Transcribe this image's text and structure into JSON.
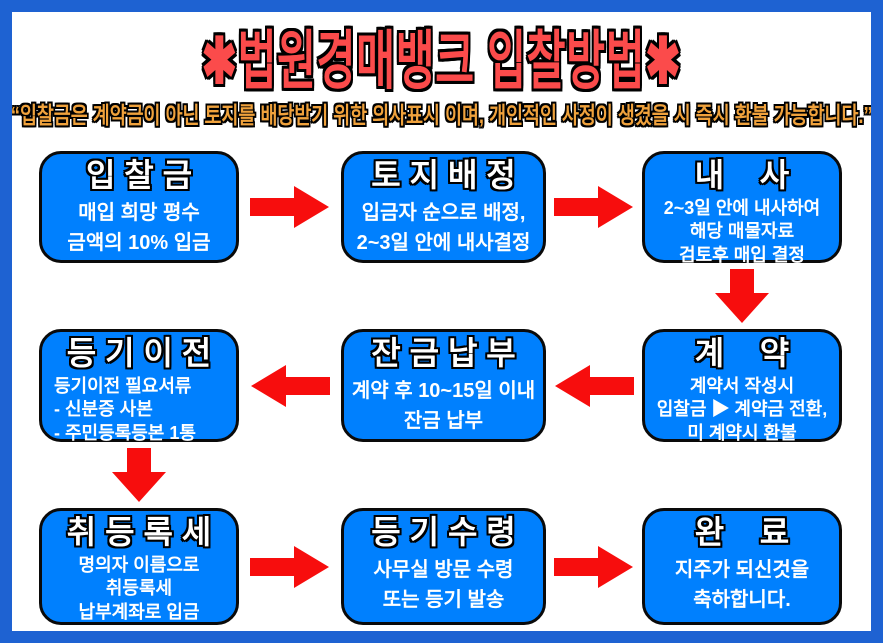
{
  "colors": {
    "frame_blue": "#1E62D2",
    "box_blue": "#0080FE",
    "arrow_red": "#F70D0D",
    "title_red": "#FB4B4B",
    "subtitle_orange": "#F0A23C",
    "box_text_white": "#FFFFFF",
    "outline_black": "#000000"
  },
  "header": {
    "title": "✱법원경매뱅크 입찰방법✱",
    "subtitle": "“입찰금은 계약금이 아닌 토지를 배당받기 위한 의사표시 이며, 개인적인 사정이 생겼을 시 즉시 환불 가능합니다.”"
  },
  "flow": {
    "boxes": [
      {
        "title": "입 찰 금",
        "lines": [
          "매입 희망 평수",
          "금액의 10% 입금"
        ]
      },
      {
        "title": "토 지 배 정",
        "lines": [
          "입금자 순으로 배정,",
          "2~3일 안에 내사결정"
        ]
      },
      {
        "title": "내    사",
        "lines": [
          "2~3일 안에 내사하여",
          "해당 매물자료",
          "검토후 매입 결정"
        ]
      },
      {
        "title": "등 기 이 전",
        "lines": [
          "등기이전 필요서류",
          "- 신분증 사본",
          "- 주민등록등본 1통"
        ]
      },
      {
        "title": "잔 금 납 부",
        "lines": [
          "계약 후 10~15일 이내",
          "잔금 납부"
        ]
      },
      {
        "title": "계    약",
        "lines": [
          "계약서 작성시",
          "입찰금 ▶ 계약금 전환,",
          "미 계약시 환불"
        ]
      },
      {
        "title": "취 등 록 세",
        "lines": [
          "명의자 이름으로",
          "취등록세",
          "납부계좌로 입금"
        ]
      },
      {
        "title": "등 기 수 령",
        "lines": [
          "사무실 방문 수령",
          "또는 등기 발송"
        ]
      },
      {
        "title": "완    료",
        "lines": [
          "지주가 되신것을",
          "축하합니다."
        ]
      }
    ]
  }
}
